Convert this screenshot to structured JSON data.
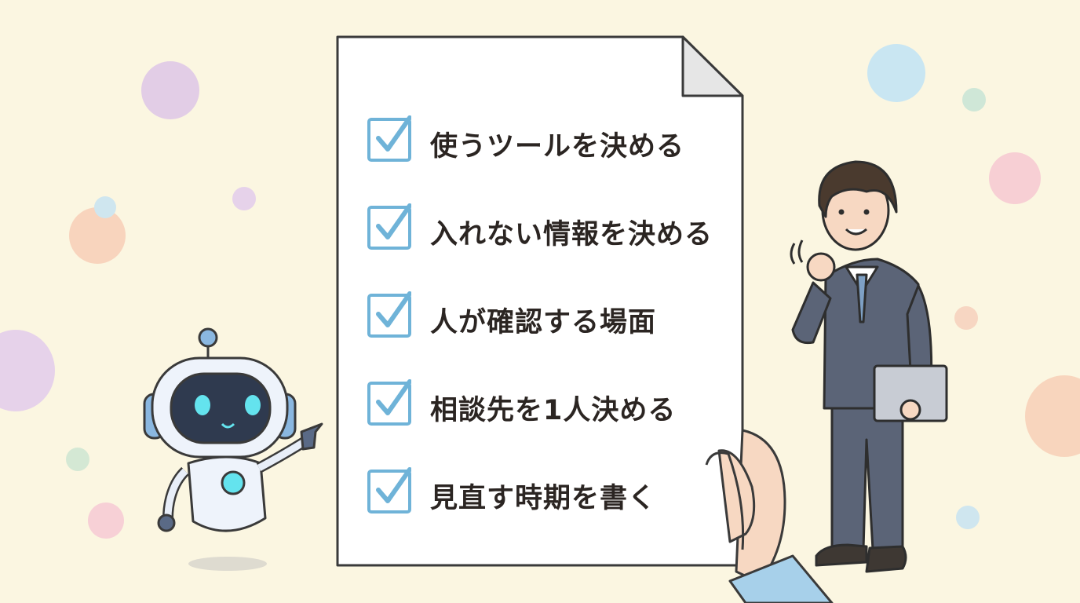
{
  "checklist": {
    "items": [
      {
        "label": "使うツールを決める",
        "checked": true
      },
      {
        "label": "入れない情報を決める",
        "checked": true
      },
      {
        "label": "人が確認する場面",
        "checked": true
      },
      {
        "label": "相談先を1人決める",
        "checked": true
      },
      {
        "label": "見直す時期を書く",
        "checked": true
      }
    ]
  },
  "colors": {
    "background": "#fbf6e1",
    "checkmark": "#6fb3d8",
    "text": "#2b2522",
    "paper": "#ffffff",
    "suit": "#5b6477",
    "robot_eye": "#64e3ee"
  },
  "icons": [
    "robot-mascot",
    "businessman",
    "hand-holding-paper",
    "checkbox-checked-icon"
  ]
}
